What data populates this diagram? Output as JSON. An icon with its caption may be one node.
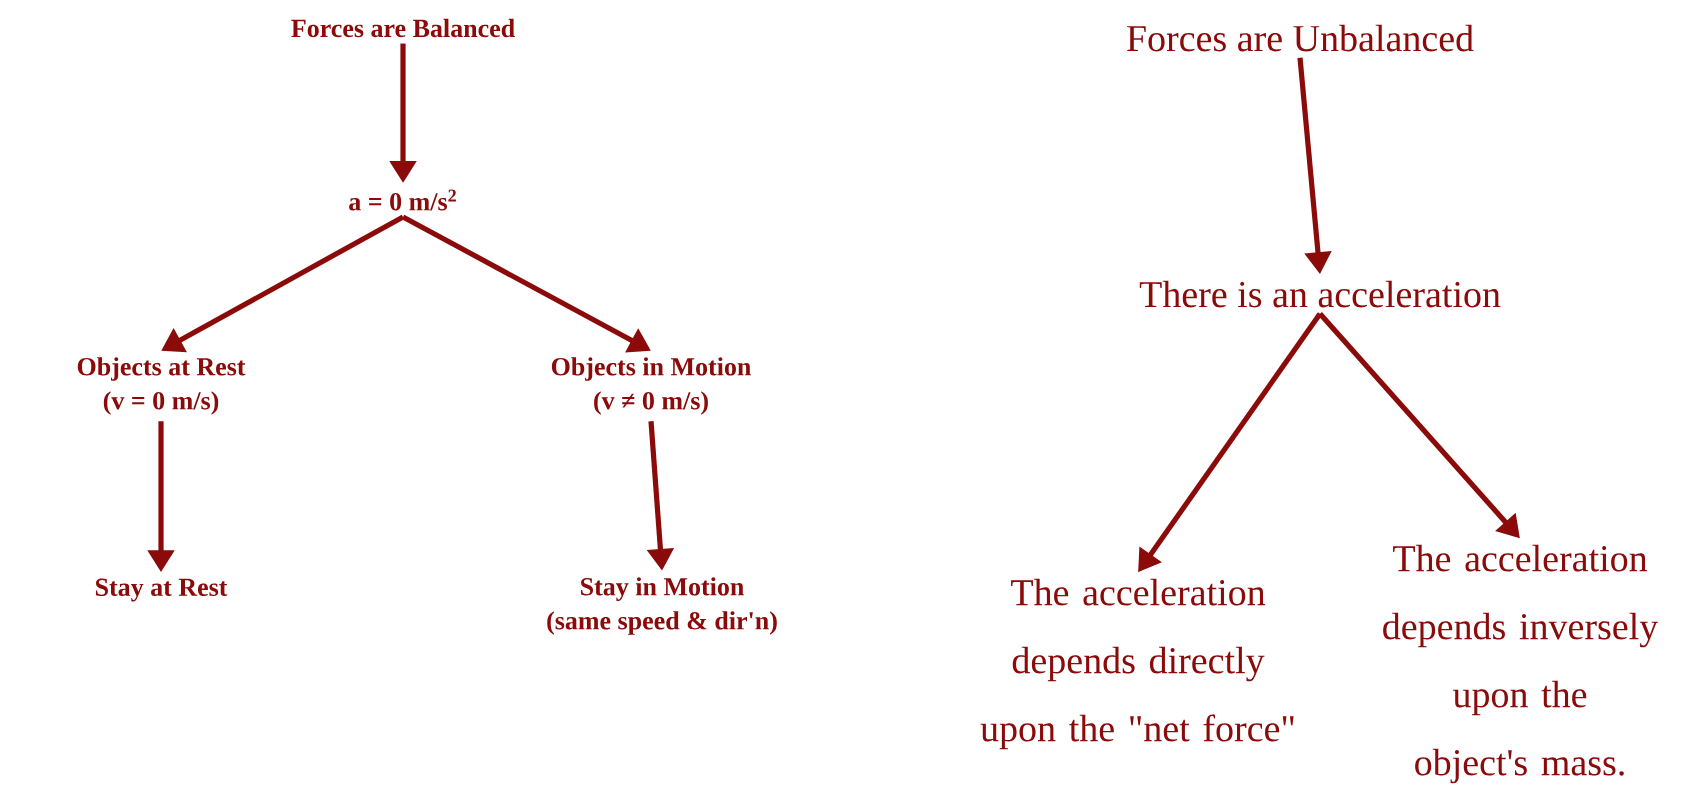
{
  "diagram": {
    "nodes": [
      {
        "text": [
          "Forces are Balanced"
        ]
      },
      {
        "text": [
          "a = 0 m/s$^{2}$"
        ]
      },
      {
        "text": [
          "Objects at Rest",
          "(v = 0 m/s)"
        ]
      },
      {
        "text": [
          "Objects in Motion",
          "(v ≠ 0 m/s)"
        ]
      },
      {
        "text": [
          "Stay at Rest"
        ]
      },
      {
        "text": [
          "Stay in Motion",
          "(same speed & dir'n)"
        ]
      },
      {
        "text": [
          "Forces are Unbalanced"
        ]
      },
      {
        "text": [
          "There is an acceleration"
        ]
      },
      {
        "text": [
          "The acceleration depends directly upon the \"net force\""
        ]
      },
      {
        "text": [
          "The acceleration depends inversely upon the object's mass."
        ]
      }
    ],
    "edges": [
      {
        "from": 0,
        "to": 1,
        "arrow": "to"
      },
      {
        "from": 1,
        "to": 2,
        "arrow": "to"
      },
      {
        "from": 1,
        "to": 3,
        "arrow": "to"
      },
      {
        "from": 2,
        "to": 4,
        "arrow": "to"
      },
      {
        "from": 3,
        "to": 5,
        "arrow": "to"
      },
      {
        "from": 6,
        "to": 7,
        "arrow": "to"
      },
      {
        "from": 7,
        "to": 8,
        "arrow": "to"
      },
      {
        "from": 7,
        "to": 9,
        "arrow": "to"
      }
    ]
  }
}
